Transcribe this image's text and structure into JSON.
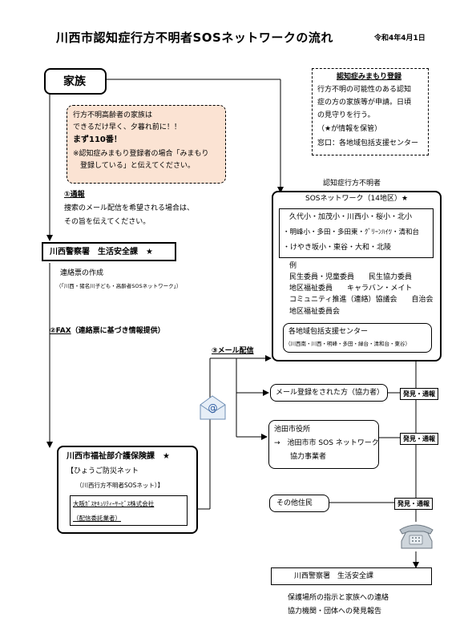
{
  "header": {
    "title": "川西市認知症行方不明者SOSネットワークの流れ",
    "date": "令和4年4月1日"
  },
  "family": {
    "label": "家族",
    "advice": [
      "行方不明高齢者の家族は",
      "できるだけ早く、夕暮れ前に！！",
      "まず110番！",
      "※認知症みまもり登録者の場合「みまもり",
      "　登録している」と伝えてください。"
    ]
  },
  "register_note": {
    "heading": "認知症みまもり登録",
    "lines": [
      "行方不明の可能性のある認知",
      "症の方の家族等が申請。日頃",
      "の見守りを行う。",
      "（★が情報を保管）",
      "窓口：各地域包括支援センター"
    ]
  },
  "steps": {
    "step1_label": "①通報",
    "step1_desc": [
      "捜索のメール配信を希望される場合は、",
      "その旨を伝えてください。"
    ],
    "step2_label": "②FAX",
    "step2_desc": "（連絡票に基づき情報提供）",
    "step3_label": "③メール配信"
  },
  "police": {
    "label": "川西警察署　生活安全課　★",
    "note1": "連絡票の作成",
    "note2": "（「川西・猪名川子ども・高齢者SOSネットワーク」）"
  },
  "network": {
    "title_line1": "認知症行方不明者",
    "title_line2": "SOSネットワーク（14地区）★",
    "districts": [
      "久代小・加茂小・川西小・桜小・北小",
      "・明峰小・多田・多田東・ｸﾞﾘｰﾝﾊｲﾂ・清和台",
      "・けやき坂小・東谷・大和・北陵"
    ],
    "examples": [
      "例",
      "民生委員・児童委員　　民生協力委員",
      "地区福祉委員　　キャラバン・メイト",
      "コミュニティ推進（連絡）協議会　　自治会",
      "地区福祉委員会"
    ],
    "center_title": "各地域包括支援センター",
    "center_list": "（川西南・川西・明峰・多田・緑台・清和台・東谷）"
  },
  "welfare": {
    "title": "川西市福祉部介護保険課　★",
    "line1": "【ひょうご防災ネット",
    "line2": "（川西行方不明者SOSネット）】",
    "company": "大阪ｶﾞｽｾｷｭﾘﾃｨｰｻｰﾋﾞｽ株式会社",
    "company_note": "（配信委託業者）"
  },
  "recipients": {
    "mail_registered": "メール登録をされた方（協力者）",
    "ikeda_title": "池田市役所",
    "ikeda_line1": "→　池田市市 SOS ネットワーク",
    "ikeda_line2": "協力事業者",
    "others": "その他住民"
  },
  "badge_text": "発見・通報",
  "bottom": {
    "police_label": "川西警察署　生活安全課",
    "line1": "保護場所の指示と家族への連絡",
    "line2": "協力機関・団体への発見報告"
  },
  "colors": {
    "advice_bg": "#fbe3d3",
    "line": "#000000"
  }
}
